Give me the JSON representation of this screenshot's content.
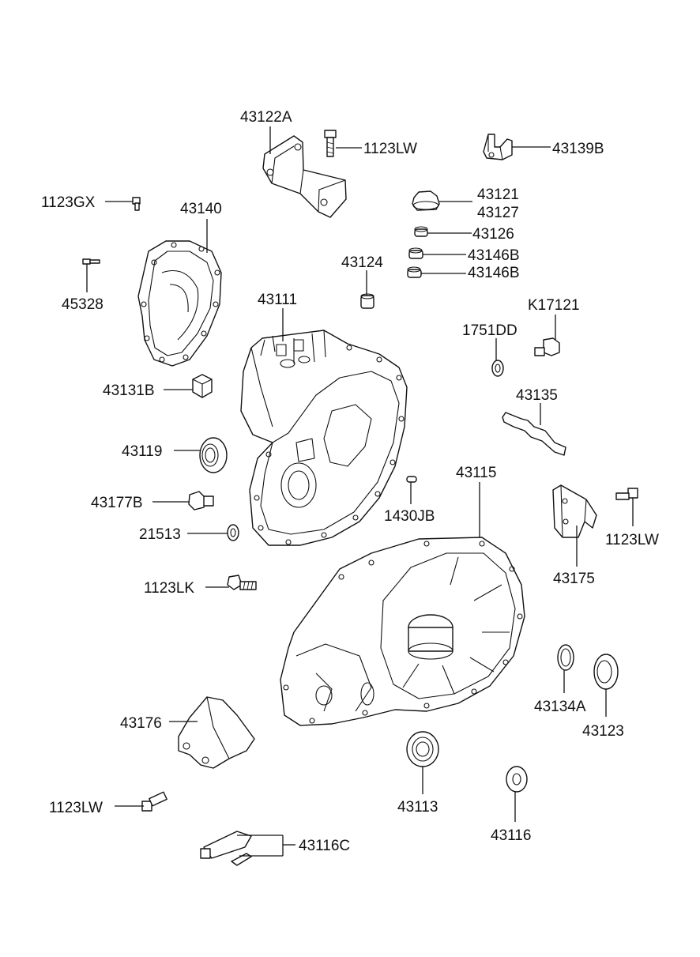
{
  "labels": {
    "p43122A": "43122A",
    "p1123LW_top": "1123LW",
    "p43139B": "43139B",
    "p1123GX": "1123GX",
    "p43140": "43140",
    "p43121": "43121",
    "p43127": "43127",
    "p43126": "43126",
    "p43146B_a": "43146B",
    "p43146B_b": "43146B",
    "p43124": "43124",
    "p45328": "45328",
    "p43111": "43111",
    "pK17121": "K17121",
    "p1751DD": "1751DD",
    "p43131B": "43131B",
    "p43135": "43135",
    "p43119": "43119",
    "p43115": "43115",
    "p43177B": "43177B",
    "p1430JB": "1430JB",
    "p1123LW_right": "1123LW",
    "p21513": "21513",
    "p43175": "43175",
    "p1123LK": "1123LK",
    "p43134A": "43134A",
    "p43123": "43123",
    "p43176": "43176",
    "p43113": "43113",
    "p1123LW_bottom": "1123LW",
    "p43116": "43116",
    "p43116C": "43116C"
  }
}
